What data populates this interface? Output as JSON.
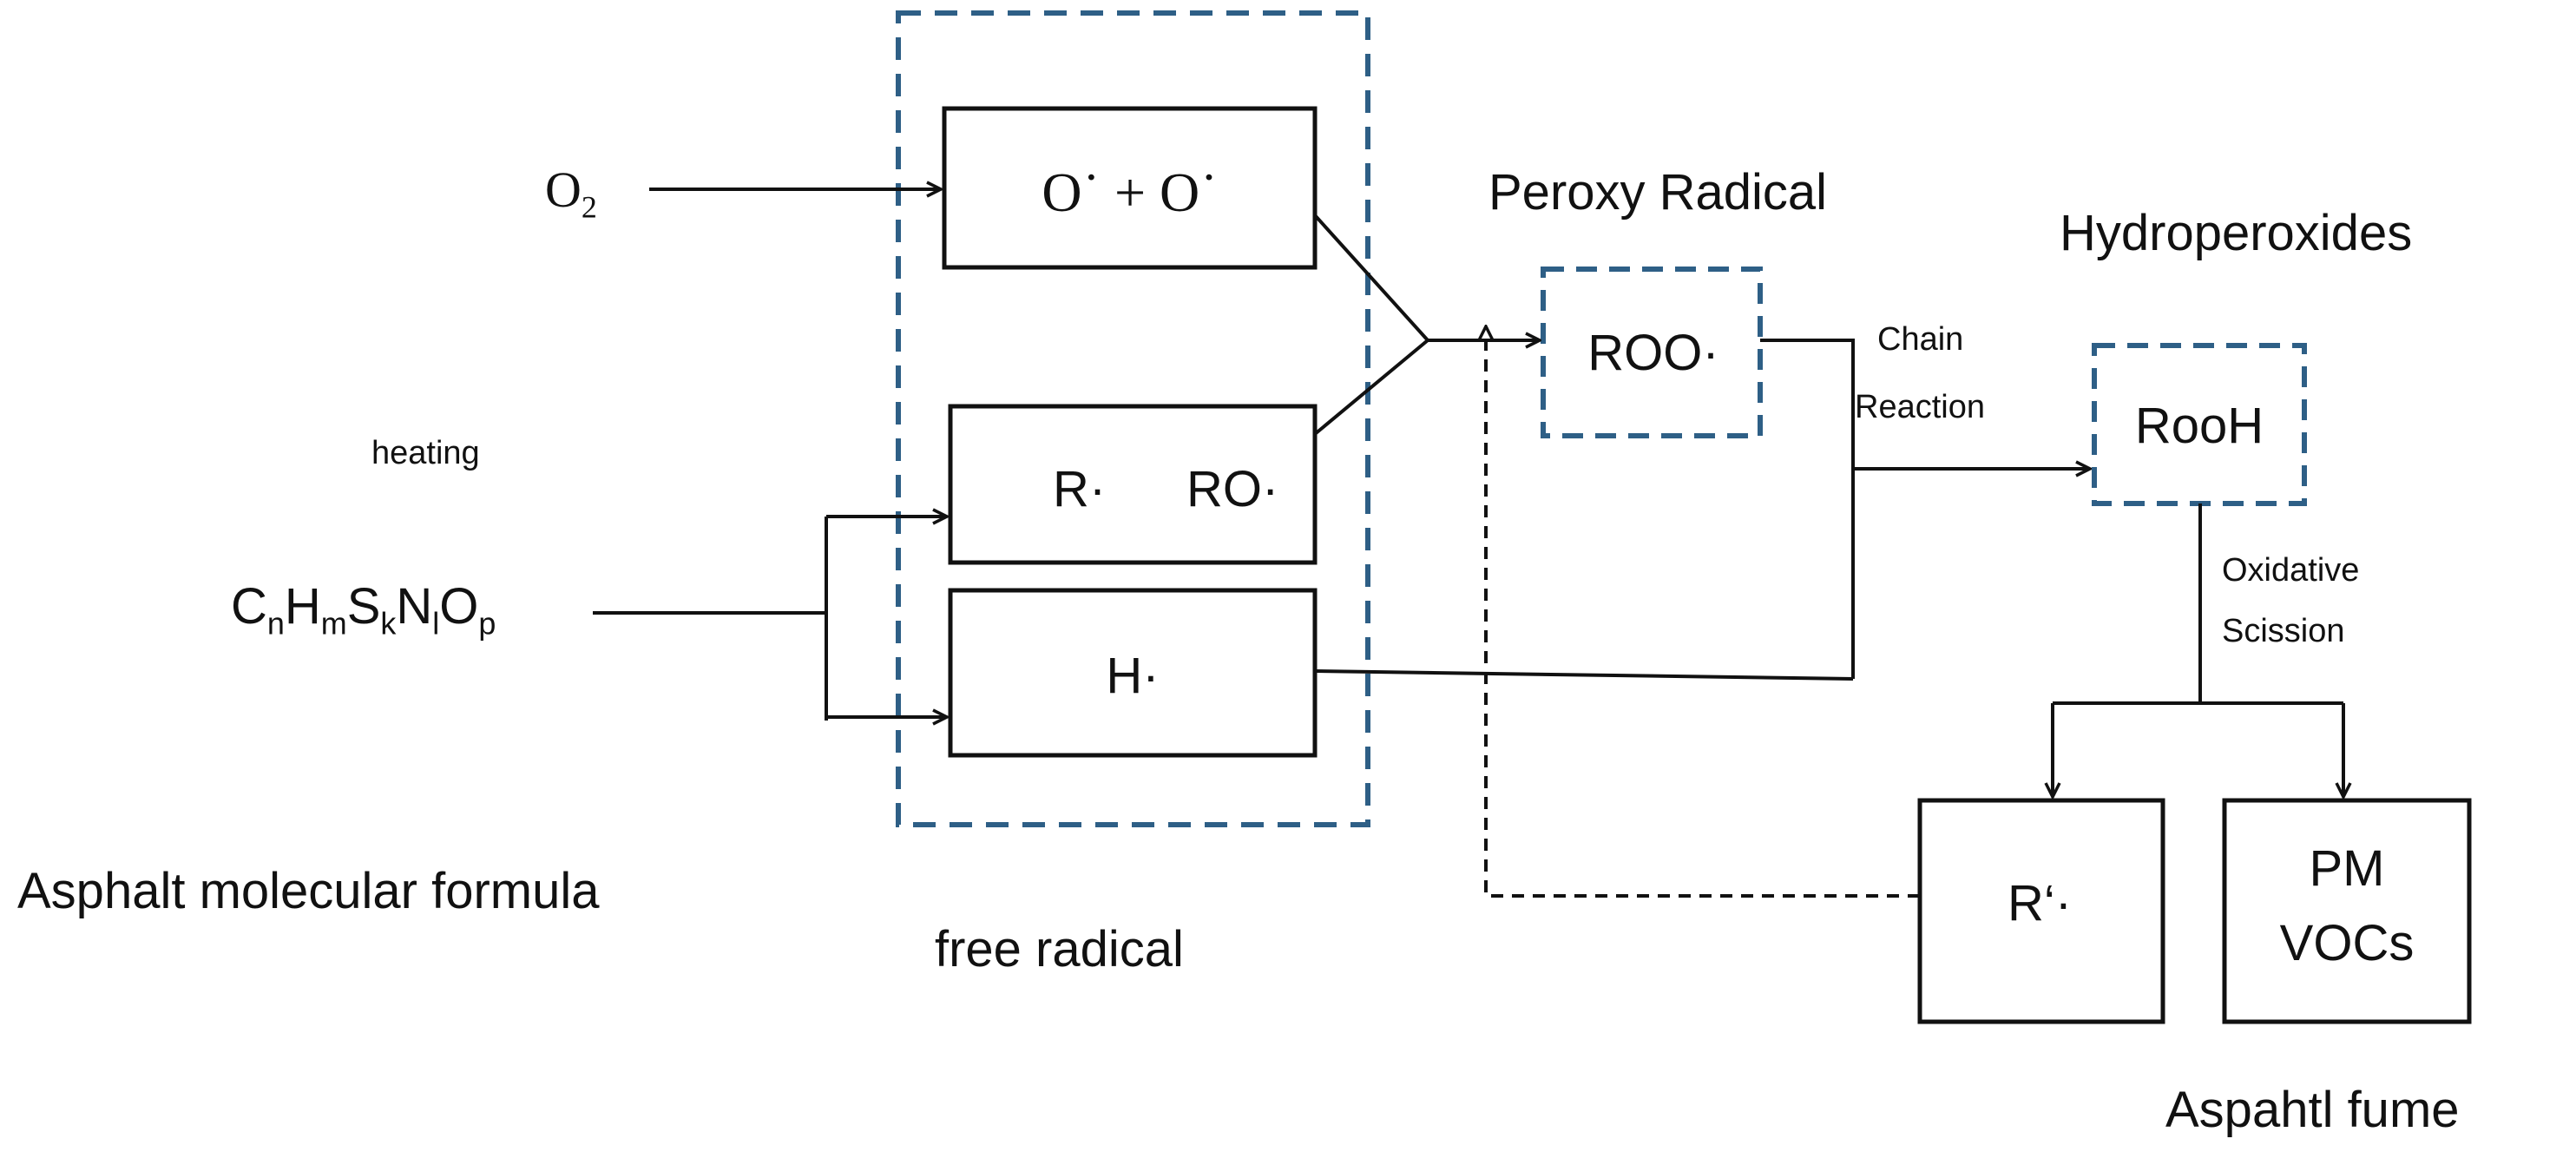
{
  "o2": {
    "base": "O",
    "sub": "2"
  },
  "formula": [
    {
      "base": "C",
      "sub": "n"
    },
    {
      "base": "H",
      "sub": "m"
    },
    {
      "base": "S",
      "sub": "k"
    },
    {
      "base": "N",
      "sub": "l"
    },
    {
      "base": "O",
      "sub": "p"
    }
  ],
  "labels": {
    "heating": "heating",
    "asphalt_molecular_formula": "Asphalt molecular formula",
    "free_radical": "free radical",
    "peroxy_radical": "Peroxy Radical",
    "hydroperoxides": "Hydroperoxides",
    "chain": "Chain",
    "reaction": "Reaction",
    "oxidative": "Oxidative",
    "scission": "Scission",
    "asphalt_fume": "Aspahtl fume"
  },
  "boxes": {
    "oxygen_radicals": "O˙ +  O˙",
    "r_radical": "R·",
    "ro_radical": "RO·",
    "h_radical": "H·",
    "roo": "ROO·",
    "rooh": "RooH",
    "r_prime": "R‘·",
    "pm": "PM",
    "vocs": "VOCs"
  },
  "colors": {
    "line": "#111111",
    "dashed_box": "#2e5f86"
  }
}
